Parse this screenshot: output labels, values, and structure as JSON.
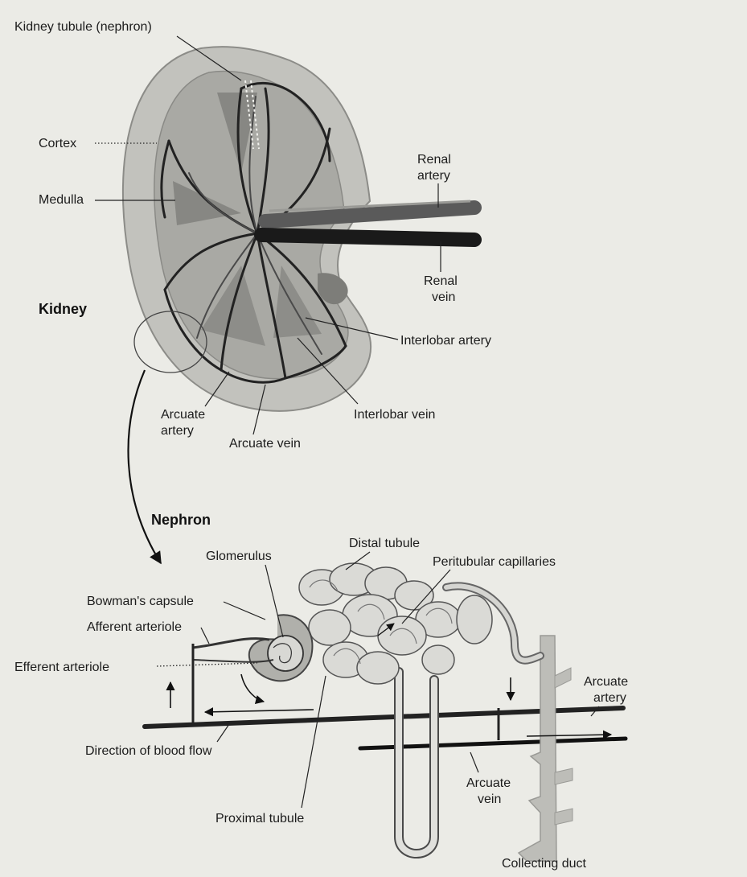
{
  "kidney": {
    "title": "Kidney",
    "labels": {
      "kidney_tubule": "Kidney tubule (nephron)",
      "cortex": "Cortex",
      "medulla": "Medulla",
      "renal_artery_1": "Renal",
      "renal_artery_2": "artery",
      "renal_vein_1": "Renal",
      "renal_vein_2": "vein",
      "interlobar_artery": "Interlobar artery",
      "interlobar_vein": "Interlobar vein",
      "arcuate_artery_1": "Arcuate",
      "arcuate_artery_2": "artery",
      "arcuate_vein": "Arcuate vein"
    }
  },
  "nephron": {
    "title": "Nephron",
    "labels": {
      "distal_tubule": "Distal tubule",
      "glomerulus": "Glomerulus",
      "peritubular_capillaries": "Peritubular capillaries",
      "bowmans_capsule": "Bowman's capsule",
      "afferent_arteriole": "Afferent arteriole",
      "efferent_arteriole": "Efferent arteriole",
      "arcuate_artery_1": "Arcuate",
      "arcuate_artery_2": "artery",
      "direction_of_blood_flow": "Direction of blood flow",
      "arcuate_vein_1": "Arcuate",
      "arcuate_vein_2": "vein",
      "proximal_tubule": "Proximal tubule",
      "collecting_duct": "Collecting duct"
    }
  },
  "colors": {
    "background": "#ebebe6",
    "kidney_outer": "#c2c2bd",
    "kidney_inner": "#a9a9a4",
    "artery": "#5a5a5a",
    "vein": "#1a1a1a",
    "duct": "#bdbdb8"
  }
}
